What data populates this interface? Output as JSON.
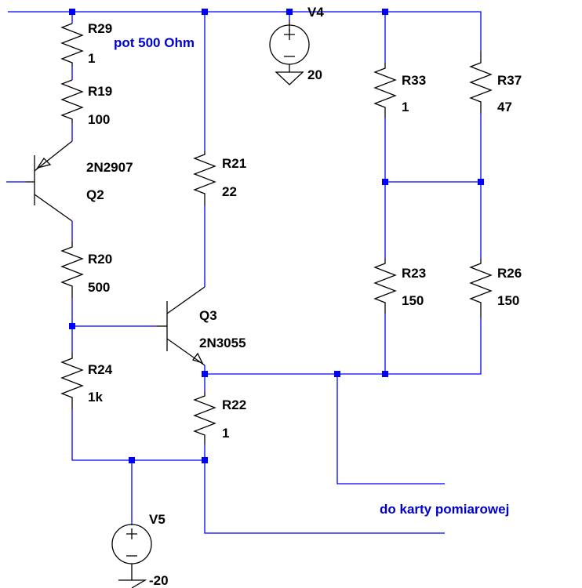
{
  "colors": {
    "wire": "#0000ff",
    "component": "#000000",
    "comment": "#0000cc",
    "background": "#ffffff"
  },
  "components": {
    "R29": {
      "ref": "R29",
      "value": "1"
    },
    "R19": {
      "ref": "R19",
      "value": "100"
    },
    "R20": {
      "ref": "R20",
      "value": "500"
    },
    "R24": {
      "ref": "R24",
      "value": "1k"
    },
    "R21": {
      "ref": "R21",
      "value": "22"
    },
    "R22": {
      "ref": "R22",
      "value": "1"
    },
    "R33": {
      "ref": "R33",
      "value": "1"
    },
    "R37": {
      "ref": "R37",
      "value": "47"
    },
    "R23": {
      "ref": "R23",
      "value": "150"
    },
    "R26": {
      "ref": "R26",
      "value": "150"
    },
    "Q2": {
      "ref": "Q2",
      "model": "2N2907"
    },
    "Q3": {
      "ref": "Q3",
      "model": "2N3055"
    },
    "V4": {
      "ref": "V4",
      "value": "20"
    },
    "V5": {
      "ref": "V5",
      "value": "-20"
    }
  },
  "annotations": {
    "pot": "pot 500 Ohm",
    "output": "do karty pomiarowej"
  },
  "icons": [
    "resistor-icon",
    "pnp-transistor-icon",
    "npn-transistor-icon",
    "voltage-source-icon",
    "ground-icon"
  ]
}
